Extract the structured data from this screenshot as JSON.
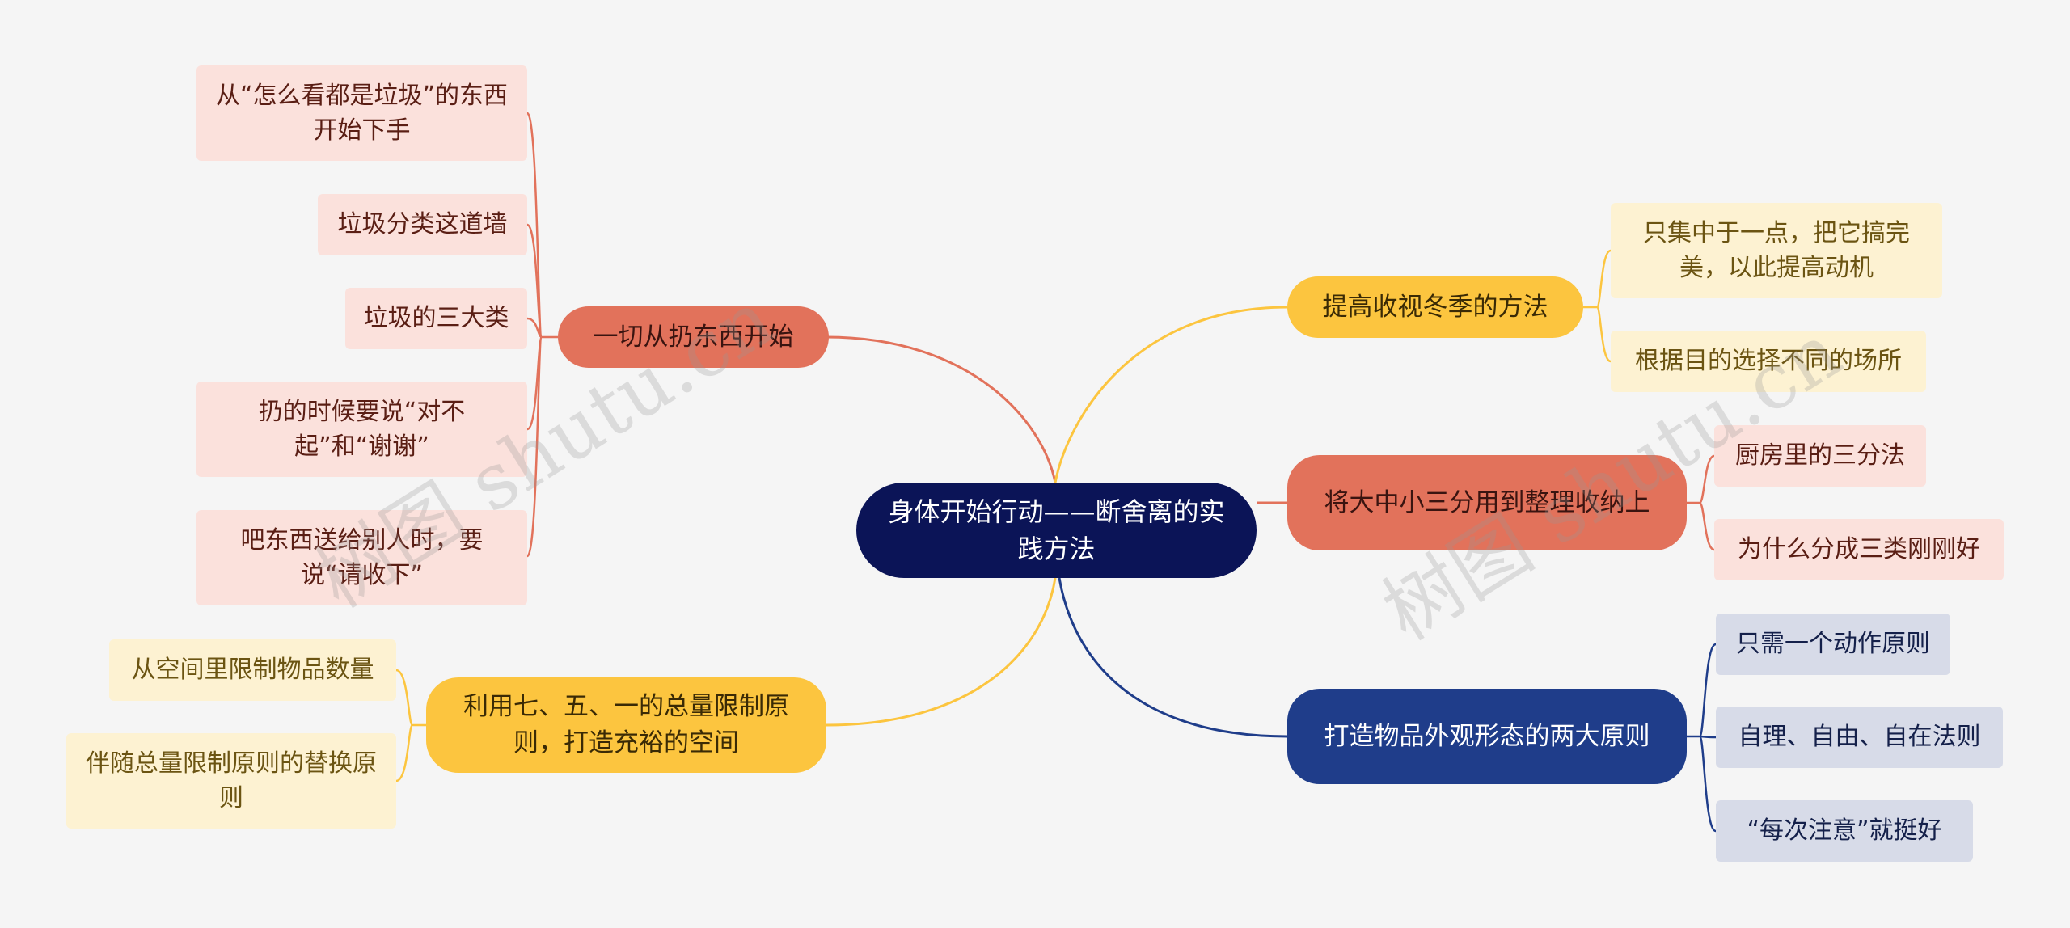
{
  "central": {
    "label": "身体开始行动——断舍离的实践方法"
  },
  "branches": {
    "left1": {
      "label": "一切从扔东西开始",
      "children": [
        "从“怎么看都是垃圾”的东西开始下手",
        "垃圾分类这道墙",
        "垃圾的三大类",
        "扔的时候要说“对不起”和“谢谢”",
        "吧东西送给别人时，要说“请收下”"
      ]
    },
    "left2": {
      "label": "利用七、五、一的总量限制原则，打造充裕的空间",
      "children": [
        "从空间里限制物品数量",
        "伴随总量限制原则的替换原则"
      ]
    },
    "right1": {
      "label": "提高收视冬季的方法",
      "children": [
        "只集中于一点，把它搞完美，以此提高动机",
        "根据目的选择不同的场所"
      ]
    },
    "right2": {
      "label": "将大中小三分用到整理收纳上",
      "children": [
        "厨房里的三分法",
        "为什么分成三类刚刚好"
      ]
    },
    "right3": {
      "label": "打造物品外观形态的两大原则",
      "children": [
        "只需一个动作原则",
        "自理、自由、自在法则",
        "“每次注意”就挺好"
      ]
    }
  },
  "watermarks": [
    "树图 shutu.cn",
    "树图 shutu.cn"
  ],
  "colors": {
    "background": "#f5f5f5",
    "central": "#0b1457",
    "red": "#e2725b",
    "yellow": "#fcc53f",
    "blue": "#1f3d8a",
    "red_light": "#fbe1dc",
    "yellow_light": "#fdf2d2",
    "blue_light": "#d7dbe8"
  }
}
